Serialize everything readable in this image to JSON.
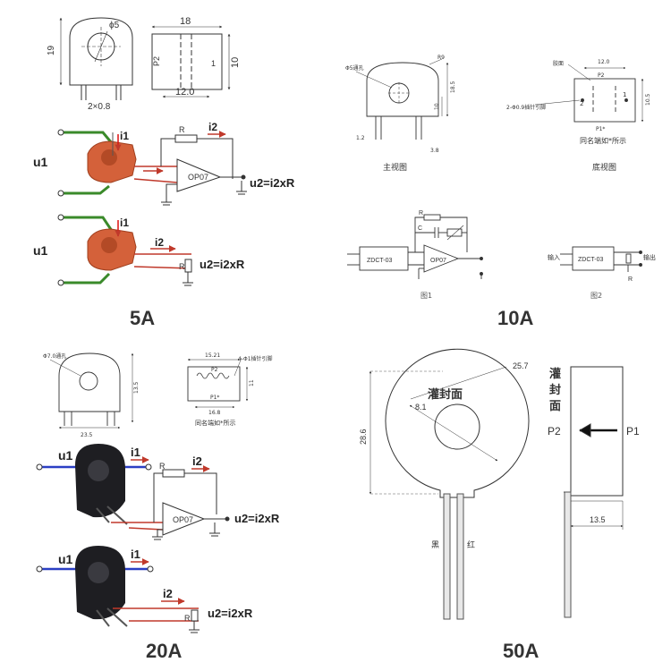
{
  "panels": {
    "p5a": {
      "caption": "5A",
      "dim_height": "19",
      "dim_hole": "ϕ5",
      "dim_pins": "2×0.8",
      "dim_width": "18",
      "dim_depth": "10",
      "dim_pitch": "12.0",
      "pin_p2": "P2",
      "pin_1": "1",
      "label_u1": "u1",
      "label_i1": "i1",
      "label_i2": "i2",
      "label_R": "R",
      "opamp": "OP07",
      "formula": "u2=i2xR"
    },
    "p10a": {
      "caption": "10A",
      "hole_note": "Φ5通孔",
      "r_note": "R9",
      "dim_18_5": "18.5",
      "dim_10": "10",
      "dim_1_2": "1.2",
      "dim_3_8": "3.8",
      "front_title": "主视图",
      "glue_note": "胶面",
      "dim_12": "12.0",
      "pin_p2": "P2",
      "pin_p1": "P1*",
      "pin_note": "2-Φ0.9插针引脚",
      "dim_10_5": "10.5",
      "pin_2": "2",
      "pin_1": "1",
      "same_name_note": "同名端如*所示",
      "bottom_title": "底视图",
      "label_R": "R",
      "label_C": "C",
      "zdct": "ZDCT-03",
      "opamp": "OP07",
      "fig1": "图1",
      "input": "输入",
      "output": "输出",
      "fig2": "图2"
    },
    "p20a": {
      "caption": "20A",
      "hole_note": "Φ7.0通孔",
      "dim_23_5": "23.5",
      "dim_13_5": "13.5",
      "dim_15_21": "15.21",
      "pin_note": "4-Φ1插针引脚",
      "pin_p2": "P2",
      "pin_p1": "P1*",
      "dim_11": "11",
      "dim_16_8": "16.8",
      "same_name_note": "同名端如*所示",
      "label_u1": "u1",
      "label_i1": "i1",
      "label_i2": "i2",
      "label_R": "R",
      "opamp": "OP07",
      "formula": "u2=i2xR"
    },
    "p50a": {
      "caption": "50A",
      "dim_25_7": "25.7",
      "dim_8_1": "8.1",
      "dim_28_6": "28.6",
      "potting": "灌封面",
      "potting_side": [
        "灌",
        "封",
        "面"
      ],
      "pin_p2": "P2",
      "pin_p1": "P1",
      "dim_13_5": "13.5",
      "wire_black": "黑",
      "wire_red": "红"
    }
  },
  "colors": {
    "accent_green": "#3a8a2a",
    "accent_blue": "#2b3fc4",
    "accent_red": "#c0392b",
    "core_orange": "#d4613a",
    "core_black": "#1e1e22"
  }
}
